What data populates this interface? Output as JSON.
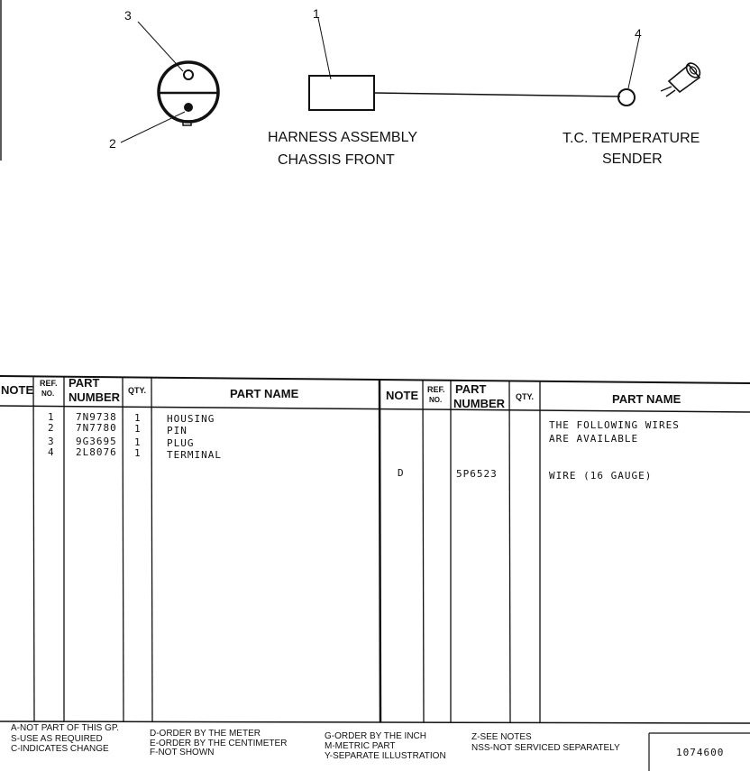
{
  "diagram": {
    "callouts": [
      "3",
      "2",
      "1",
      "4"
    ],
    "harness_label_line1": "HARNESS ASSEMBLY",
    "harness_label_line2": "CHASSIS FRONT",
    "sender_label_line1": "T.C. TEMPERATURE",
    "sender_label_line2": "SENDER"
  },
  "table": {
    "headers": {
      "note": "NOTE",
      "ref_line1": "REF.",
      "ref_line2": "NO.",
      "part_line1": "PART",
      "part_line2": "NUMBER",
      "qty": "QTY.",
      "part_name": "PART NAME"
    },
    "left_rows": [
      {
        "ref": "1",
        "part_number": "7N9738",
        "qty": "1",
        "name": "HOUSING"
      },
      {
        "ref": "2",
        "part_number": "7N7780",
        "qty": "1",
        "name": "PIN"
      },
      {
        "ref": "3",
        "part_number": "9G3695",
        "qty": "1",
        "name": "PLUG"
      },
      {
        "ref": "4",
        "part_number": "2L8076",
        "qty": "1",
        "name": "TERMINAL"
      }
    ],
    "right_intro_line1": "THE FOLLOWING WIRES",
    "right_intro_line2": "ARE AVAILABLE",
    "right_rows": [
      {
        "note": "D",
        "part_number": "5P6523",
        "name": "WIRE (16 GAUGE)"
      }
    ]
  },
  "legend": {
    "col1": [
      "A-NOT PART OF THIS GP.",
      "S-USE AS REQUIRED",
      "C-INDICATES CHANGE"
    ],
    "col2": [
      "D-ORDER BY THE METER",
      "E-ORDER BY THE CENTIMETER",
      "F-NOT SHOWN"
    ],
    "col3": [
      "G-ORDER BY THE INCH",
      "M-METRIC PART",
      "Y-SEPARATE ILLUSTRATION"
    ],
    "col4": [
      "Z-SEE NOTES",
      "NSS-NOT SERVICED SEPARATELY"
    ],
    "code": "1074600"
  }
}
